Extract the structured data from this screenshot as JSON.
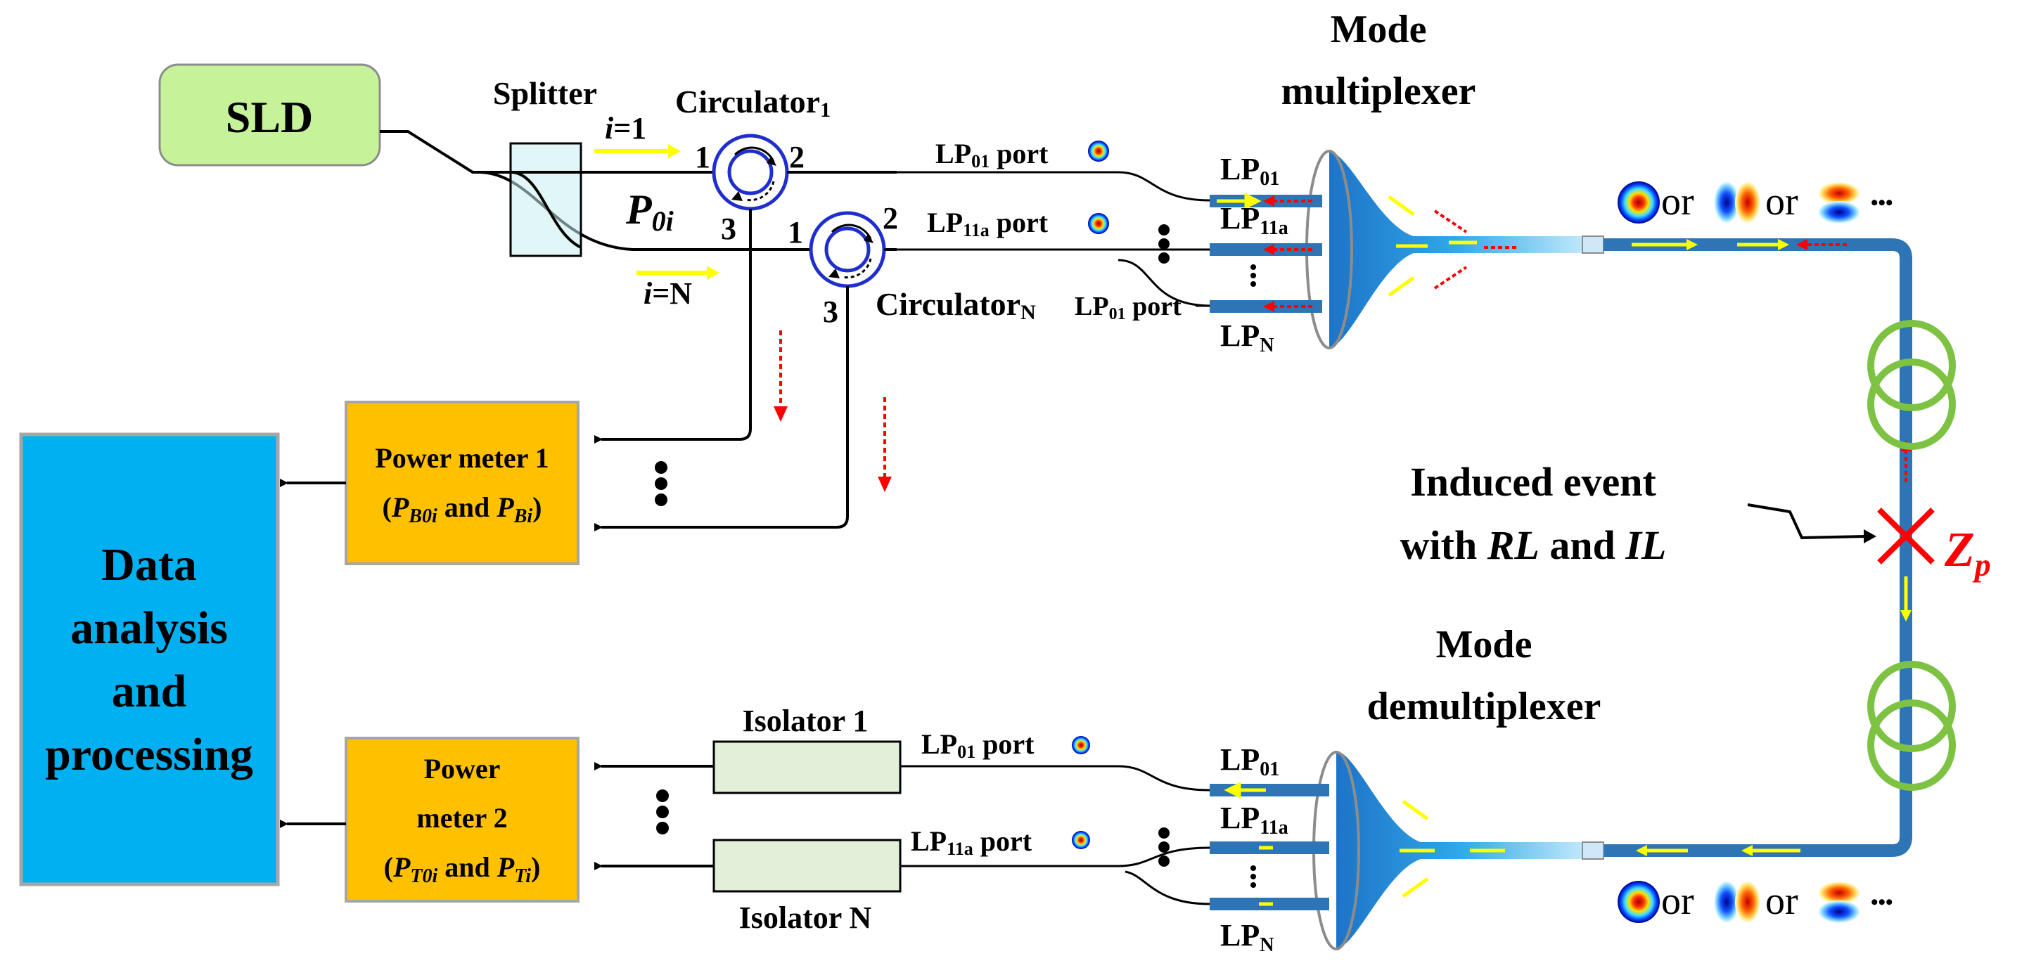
{
  "source": {
    "label": "SLD"
  },
  "splitter": {
    "label": "Splitter",
    "power_var": "P",
    "power_sub": "0i",
    "branch_top_var": "i",
    "branch_top_eq": "=1",
    "branch_bottom_var": "i",
    "branch_bottom_eq": "=N"
  },
  "circulator1": {
    "label": "Circulator",
    "sub": "1",
    "p1": "1",
    "p2": "2",
    "p3": "3"
  },
  "circulatorN": {
    "label": "Circulator",
    "sub": "N",
    "p1": "1",
    "p2": "2",
    "p3": "3"
  },
  "ports_top": {
    "lp01": {
      "pre": "LP",
      "sub": "01",
      "post": " port"
    },
    "lp11a": {
      "pre": "LP",
      "sub": "11a",
      "post": " port"
    },
    "lp01b": {
      "pre": "LP",
      "sub": "01",
      "post": " port"
    }
  },
  "ports_bottom": {
    "lp01": {
      "pre": "LP",
      "sub": "01",
      "post": " port"
    },
    "lp11a": {
      "pre": "LP",
      "sub": "11a",
      "post": " port"
    }
  },
  "mux": {
    "line1": "Mode",
    "line2": "multiplexer",
    "lp01": {
      "pre": "LP",
      "sub": "01"
    },
    "lp11a": {
      "pre": "LP",
      "sub": "11a"
    },
    "lpN": {
      "pre": "LP",
      "sub": "N"
    }
  },
  "demux": {
    "line1": "Mode",
    "line2": "demultiplexer",
    "lp01": {
      "pre": "LP",
      "sub": "01"
    },
    "lp11a": {
      "pre": "LP",
      "sub": "11a"
    },
    "lpN": {
      "pre": "LP",
      "sub": "N"
    }
  },
  "modes_top": {
    "or1": "or",
    "or2": "or",
    "more": "•••"
  },
  "modes_bottom": {
    "or1": "or",
    "or2": "or",
    "more": "•••"
  },
  "event": {
    "line1": "Induced event",
    "line2_pre": "with ",
    "rl": "RL",
    "line2_mid": " and ",
    "il": "IL",
    "z_var": "Z",
    "z_sub": "p"
  },
  "pm1": {
    "line1": "Power meter 1",
    "line2_open": "(",
    "v1": "P",
    "s1": "B0i",
    "mid": " and ",
    "v2": "P",
    "s2": "Bi",
    "line2_close": ")"
  },
  "pm2": {
    "line1": "Power",
    "line2": "meter 2",
    "line3_open": "(",
    "v1": "P",
    "s1": "T0i",
    "mid": " and ",
    "v2": "P",
    "s2": "Ti",
    "line3_close": ")"
  },
  "data_block": {
    "line1": "Data",
    "line2": "analysis",
    "line3": "and",
    "line4": "processing"
  },
  "isolators": {
    "iso1": "Isolator 1",
    "isoN": "Isolator N"
  },
  "colors": {
    "sld": "#c6f29a",
    "splitter": "#c8eef0",
    "power_meter": "#ffc000",
    "data": "#00b0f0",
    "isolator": "#e2efd9",
    "fiber": "#2e75b6",
    "coil": "#7dc242",
    "yellow_arrow": "#ffff00",
    "red_arrow": "#ff0000",
    "circulator": "#1f2fcc"
  }
}
